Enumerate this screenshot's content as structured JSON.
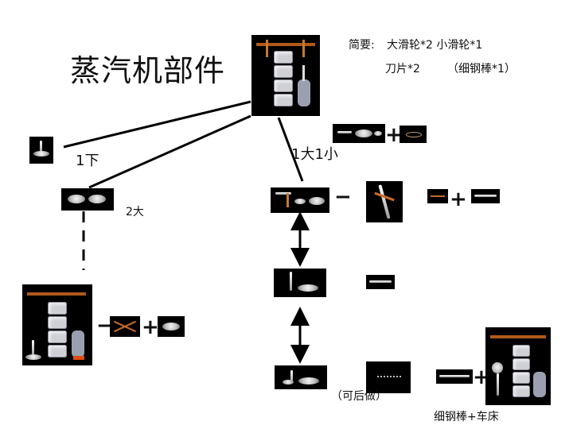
{
  "title": "蒸汽机部件",
  "summary": {
    "label": "简要:",
    "line1": "大滑轮*2  小滑轮*1",
    "line2_a": "刀片*2",
    "line2_b": "（细钢棒*1）"
  },
  "labels": {
    "one_small": "1下",
    "two_big": "2大",
    "one_big_one_small": "1大1小",
    "later": "（可后做）",
    "steel_rod_lathe": "细钢棒+车床"
  },
  "operators": {
    "plus": "+",
    "minus": "−"
  },
  "icons": {
    "steam_engine": "steam-engine-icon",
    "big_pulley": "big-pulley-icon",
    "small_pulley": "small-pulley-icon",
    "blade": "blade-icon",
    "steel_rod": "steel-rod-icon",
    "lathe": "lathe-icon",
    "arrow": "double-arrow"
  }
}
